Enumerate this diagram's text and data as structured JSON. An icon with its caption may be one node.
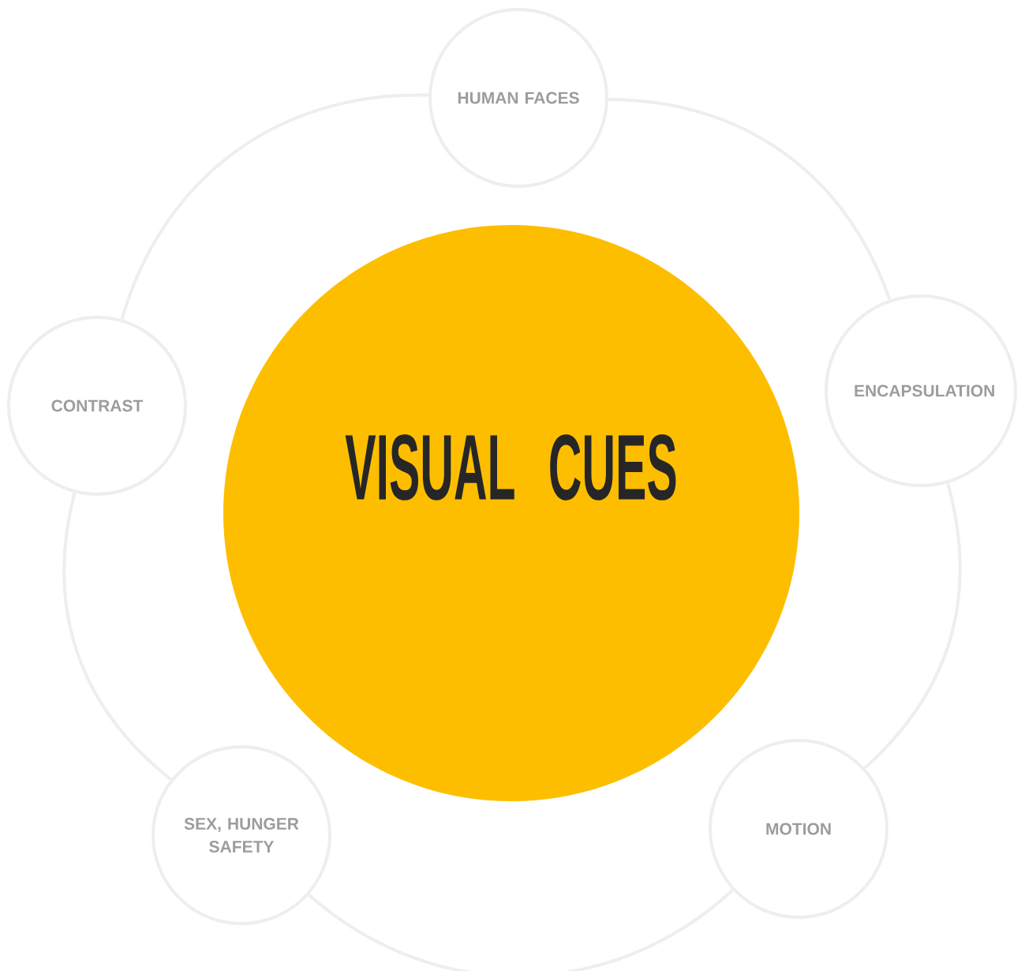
{
  "diagram": {
    "nodes": [
      {
        "text": [
          "VISUAL CUES"
        ]
      },
      {
        "text": [
          "HUMAN FACES"
        ]
      },
      {
        "text": [
          "ENCAPSULATION"
        ]
      },
      {
        "text": [
          "MOTION"
        ]
      },
      {
        "text": [
          "SEX, HUNGER SAFETY"
        ]
      },
      {
        "text": [
          "CONTRAST"
        ]
      }
    ],
    "edges": [
      {
        "from": 1,
        "to": 2,
        "arrow": "none"
      },
      {
        "from": 2,
        "to": 3,
        "arrow": "none"
      },
      {
        "from": 3,
        "to": 4,
        "arrow": "none"
      },
      {
        "from": 4,
        "to": 5,
        "arrow": "none"
      },
      {
        "from": 5,
        "to": 1,
        "arrow": "none"
      }
    ]
  }
}
